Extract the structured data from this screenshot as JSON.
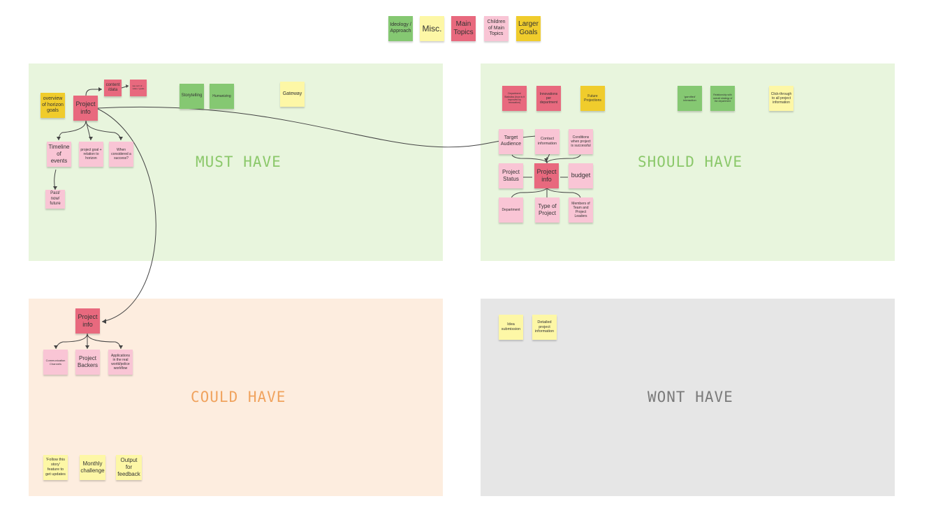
{
  "legend": {
    "ideology": "Ideology / Approach",
    "misc": "Misc.",
    "main_topics": "Main Topics",
    "children": "Children of Main Topics",
    "larger_goals": "Larger Goals"
  },
  "quadrants": {
    "must": "MUST HAVE",
    "should": "SHOULD HAVE",
    "could": "COULD HAVE",
    "wont": "WONT HAVE"
  },
  "colors": {
    "must_bg": "#e8f5dd",
    "should_bg": "#e8f5dd",
    "could_bg": "#fdeddf",
    "wont_bg": "#e6e6e6",
    "must_label": "#8bc86a",
    "should_label": "#8bc86a",
    "could_label": "#f0a35e",
    "wont_label": "#7a7a7a"
  },
  "must": {
    "overview_goals": "overview of horizon goals",
    "project_info": "Project info",
    "content_data": "content /data",
    "tiny_note": "see sort of ... video / goals",
    "storytelling": "Storytelling",
    "humanizing": "Humanizing",
    "gateway": "Gateway",
    "timeline": "Timeline of events",
    "project_goal": "project goal + relation to horizon",
    "when_success": "When considered a success?",
    "past_now_future": "Past/ now/ future"
  },
  "should": {
    "dept_statistics": "Department Statistics (how is it improved by innovation)",
    "innovations": "Innovations per department",
    "future_projections": "Future Projections",
    "gamified": "'gamified' interaction",
    "relationship": "Relationship with overall strategy of the department",
    "click_through": "Click-through to all project information",
    "target_audience": "Target Audience",
    "contact_info": "Contact information",
    "conditions": "Conditions when project is successful",
    "project_status": "Project Status",
    "project_info": "Project info",
    "budget": "budget",
    "department": "Department",
    "type_of_project": "Type of Project",
    "members": "Members of Team and Project Leaders"
  },
  "could": {
    "project_info": "Project info",
    "communication": "Communication Channels",
    "backers": "Project Backers",
    "applications": "Applications in the real world/police workflow",
    "follow_story": "'Follow this story' feature to get updates",
    "monthly": "Monthly challenge",
    "output": "Output for feedback"
  },
  "wont": {
    "idea_submission": "Idea submission",
    "detailed_info": "Detailed project information"
  }
}
